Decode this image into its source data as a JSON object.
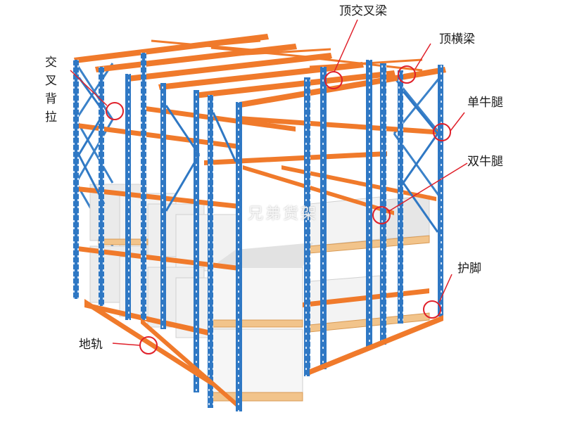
{
  "labels": {
    "top_cross_beam": "顶交叉梁",
    "top_beam": "顶横梁",
    "cross_back_brace": "交叉背拉",
    "single_corbel": "单牛腿",
    "double_corbel": "双牛腿",
    "foot_guard": "护脚",
    "ground_rail": "地轨"
  },
  "watermark": "兄弟货架",
  "colors": {
    "upright": "#2f78c4",
    "beam": "#f07a2b",
    "box": "#f1f1f1",
    "pallet": "#f2c48b",
    "callout": "#e0202a"
  }
}
